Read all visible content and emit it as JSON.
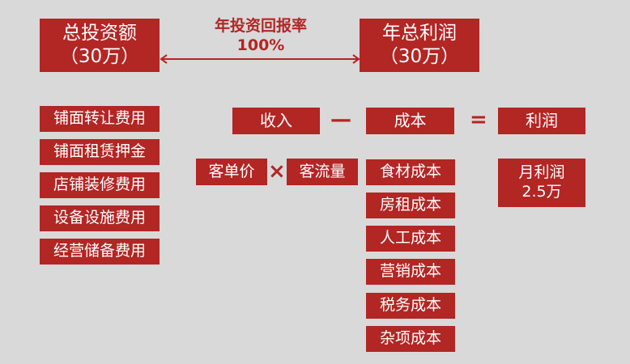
{
  "top": {
    "total_investment": {
      "title": "总投资额",
      "value": "（30万）"
    },
    "annual_profit": {
      "title": "年总利润",
      "value": "（30万）"
    },
    "roi_label": "年投资回报率",
    "roi_value": "100%"
  },
  "investment_items": [
    "铺面转让费用",
    "铺面租赁押金",
    "店铺装修费用",
    "设备设施费用",
    "经营储备费用"
  ],
  "formula": {
    "revenue": "收入",
    "minus": "—",
    "cost": "成本",
    "equals": "=",
    "profit": "利润"
  },
  "revenue_formula": {
    "unit_price": "客单价",
    "times": "×",
    "traffic": "客流量"
  },
  "cost_items": [
    "食材成本",
    "房租成本",
    "人工成本",
    "营销成本",
    "税务成本",
    "杂项成本"
  ],
  "monthly_profit": {
    "title": "月利润",
    "value": "2.5万"
  },
  "colors": {
    "accent": "#b22624",
    "background": "#d9d9d9"
  }
}
